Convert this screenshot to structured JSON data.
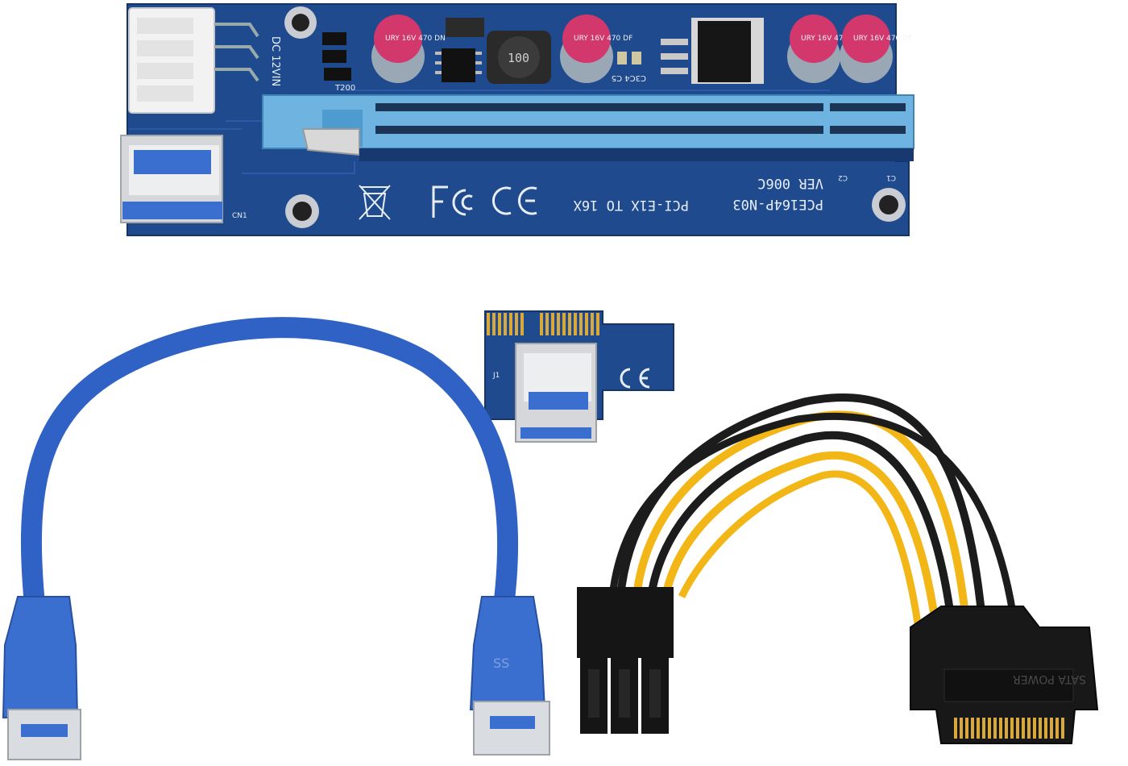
{
  "colors": {
    "pcb": "#1f4a8e",
    "pcb_dark": "#17396f",
    "slot": "#6fb4e0",
    "cable_blue": "#2f62c4",
    "usb_blue": "#3a6fd0",
    "wire_yellow": "#f2b616",
    "wire_black": "#1c1c1c",
    "gold": "#d8a93a",
    "background": "#ffffff"
  },
  "riser_board": {
    "model_label": "PCE164P-N03",
    "version_label": "VER 006C",
    "conversion_label": "PCI-E1X TO 16X",
    "power_label": "DC 12VIN",
    "chip_label": "T200",
    "connector_label": "CN1",
    "inductor_label": "100",
    "cap_label_left": "C3C4 C5",
    "cap_label_c2": "C2",
    "cap_label_c1": "C1",
    "capacitor_text": [
      "URY 16V 470 DN",
      "URY 16V 470 DF",
      "URY 16V 470 DF",
      "URY 16V 470 DF"
    ],
    "cert_marks": [
      "weee-icon",
      "fcc-icon",
      "ce-icon"
    ]
  },
  "adapter_card": {
    "label_j1": "J1",
    "cert_mark": "ce-icon"
  },
  "usb_cable": {
    "connector_marking": "SS"
  },
  "sata_cable": {
    "connector_label": "SATA POWER"
  }
}
